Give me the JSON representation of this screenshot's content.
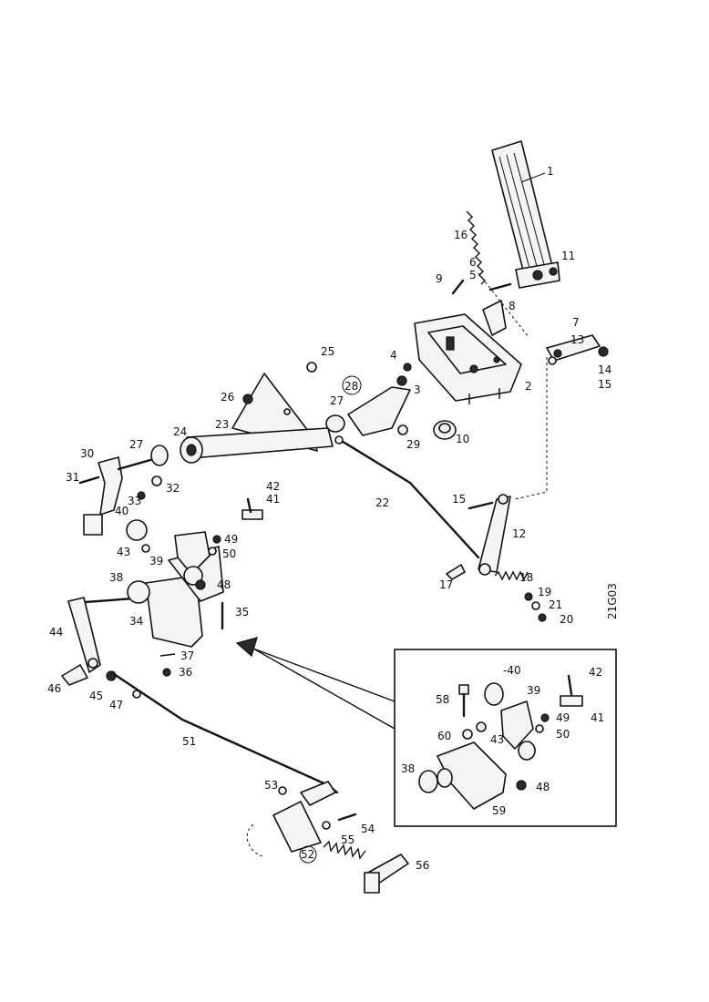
{
  "diagram_code": "21G03",
  "callouts": {
    "c1": "1",
    "c2": "2",
    "c3": "3",
    "c4": "4",
    "c5": "5",
    "c6": "6",
    "c7": "7",
    "c8": "8",
    "c9": "9",
    "c10": "10",
    "c11": "11",
    "c12": "12",
    "c13": "13",
    "c14": "14",
    "c15": "15",
    "c16": "16",
    "c17": "17",
    "c18": "18",
    "c19": "19",
    "c20": "20",
    "c21": "21",
    "c22": "22",
    "c23": "23",
    "c24": "24",
    "c25": "25",
    "c26": "26",
    "c27a": "27",
    "c27b": "27",
    "c28": "28",
    "c29": "29",
    "c30": "30",
    "c31": "31",
    "c32": "32",
    "c33": "33",
    "c34": "34",
    "c35": "35",
    "c36": "36",
    "c37": "37",
    "c38": "38",
    "c39": "39",
    "c40": "40",
    "c41": "41",
    "c42": "42",
    "c43": "43",
    "c44": "44",
    "c45": "45",
    "c46": "46",
    "c47": "47",
    "c48": "48",
    "c49": "49",
    "c50": "50",
    "c51": "51",
    "c52": "52",
    "c53": "53",
    "c54": "54",
    "c55": "55",
    "c56": "56",
    "i38": "38",
    "i39": "39",
    "i40": "-40",
    "i41": "41",
    "i42": "42",
    "i43": "43",
    "i48": "48",
    "i49": "49",
    "i50": "50",
    "i58": "58",
    "i59": "59",
    "i60": "60"
  }
}
